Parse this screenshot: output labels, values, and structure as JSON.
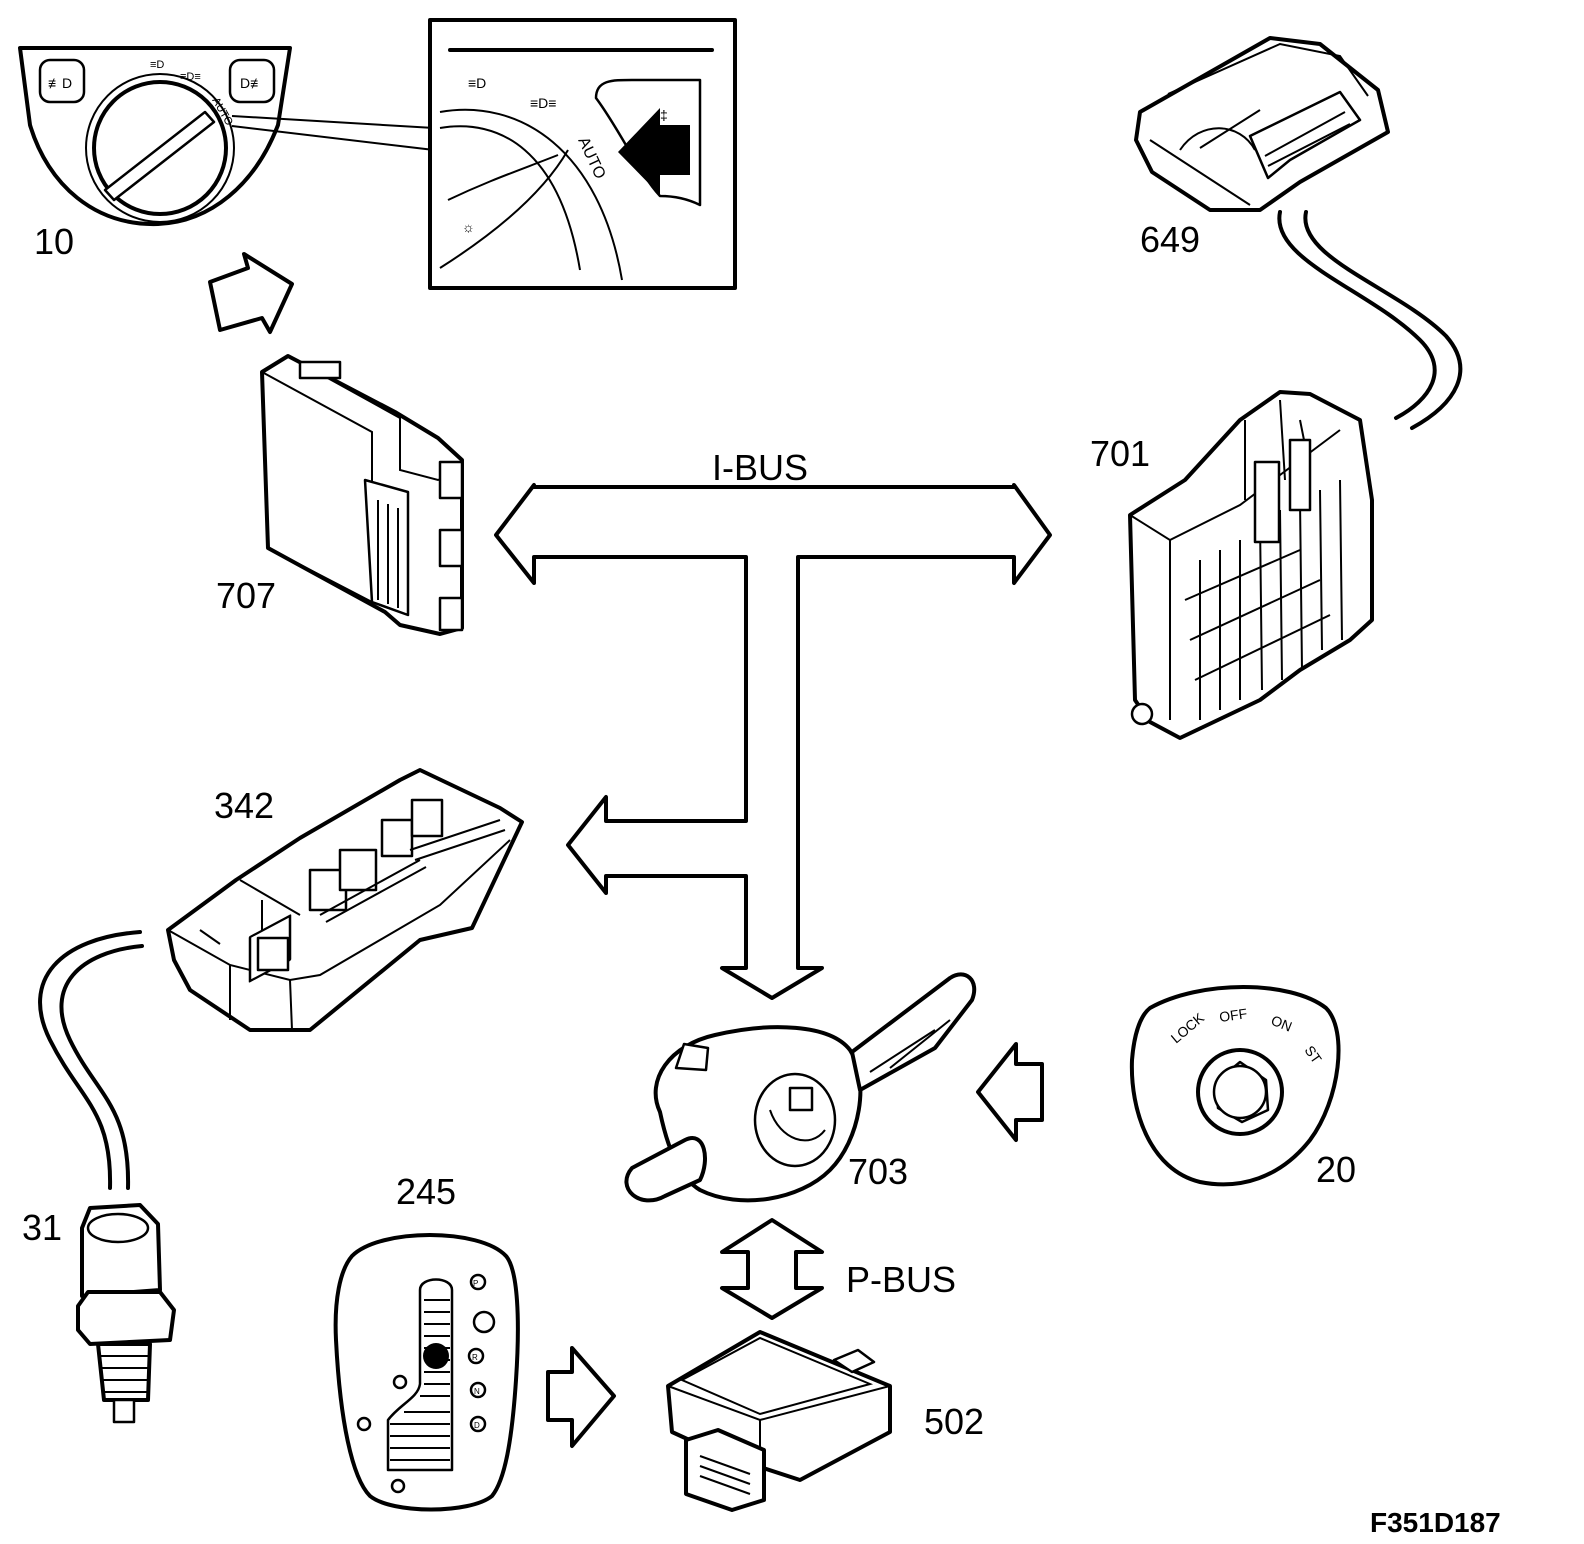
{
  "buses": {
    "ibus": "I-BUS",
    "pbus": "P-BUS"
  },
  "components": {
    "c10": "10",
    "c649": "649",
    "c707": "707",
    "c701": "701",
    "c342": "342",
    "c31": "31",
    "c245": "245",
    "c703": "703",
    "c20": "20",
    "c502": "502"
  },
  "ignition_positions": [
    "LOCK",
    "OFF",
    "ON",
    "ST"
  ],
  "light_switch_auto": "AUTO",
  "gear_positions": [
    "P",
    "R",
    "N",
    "D"
  ],
  "figure_code": "F351D187"
}
